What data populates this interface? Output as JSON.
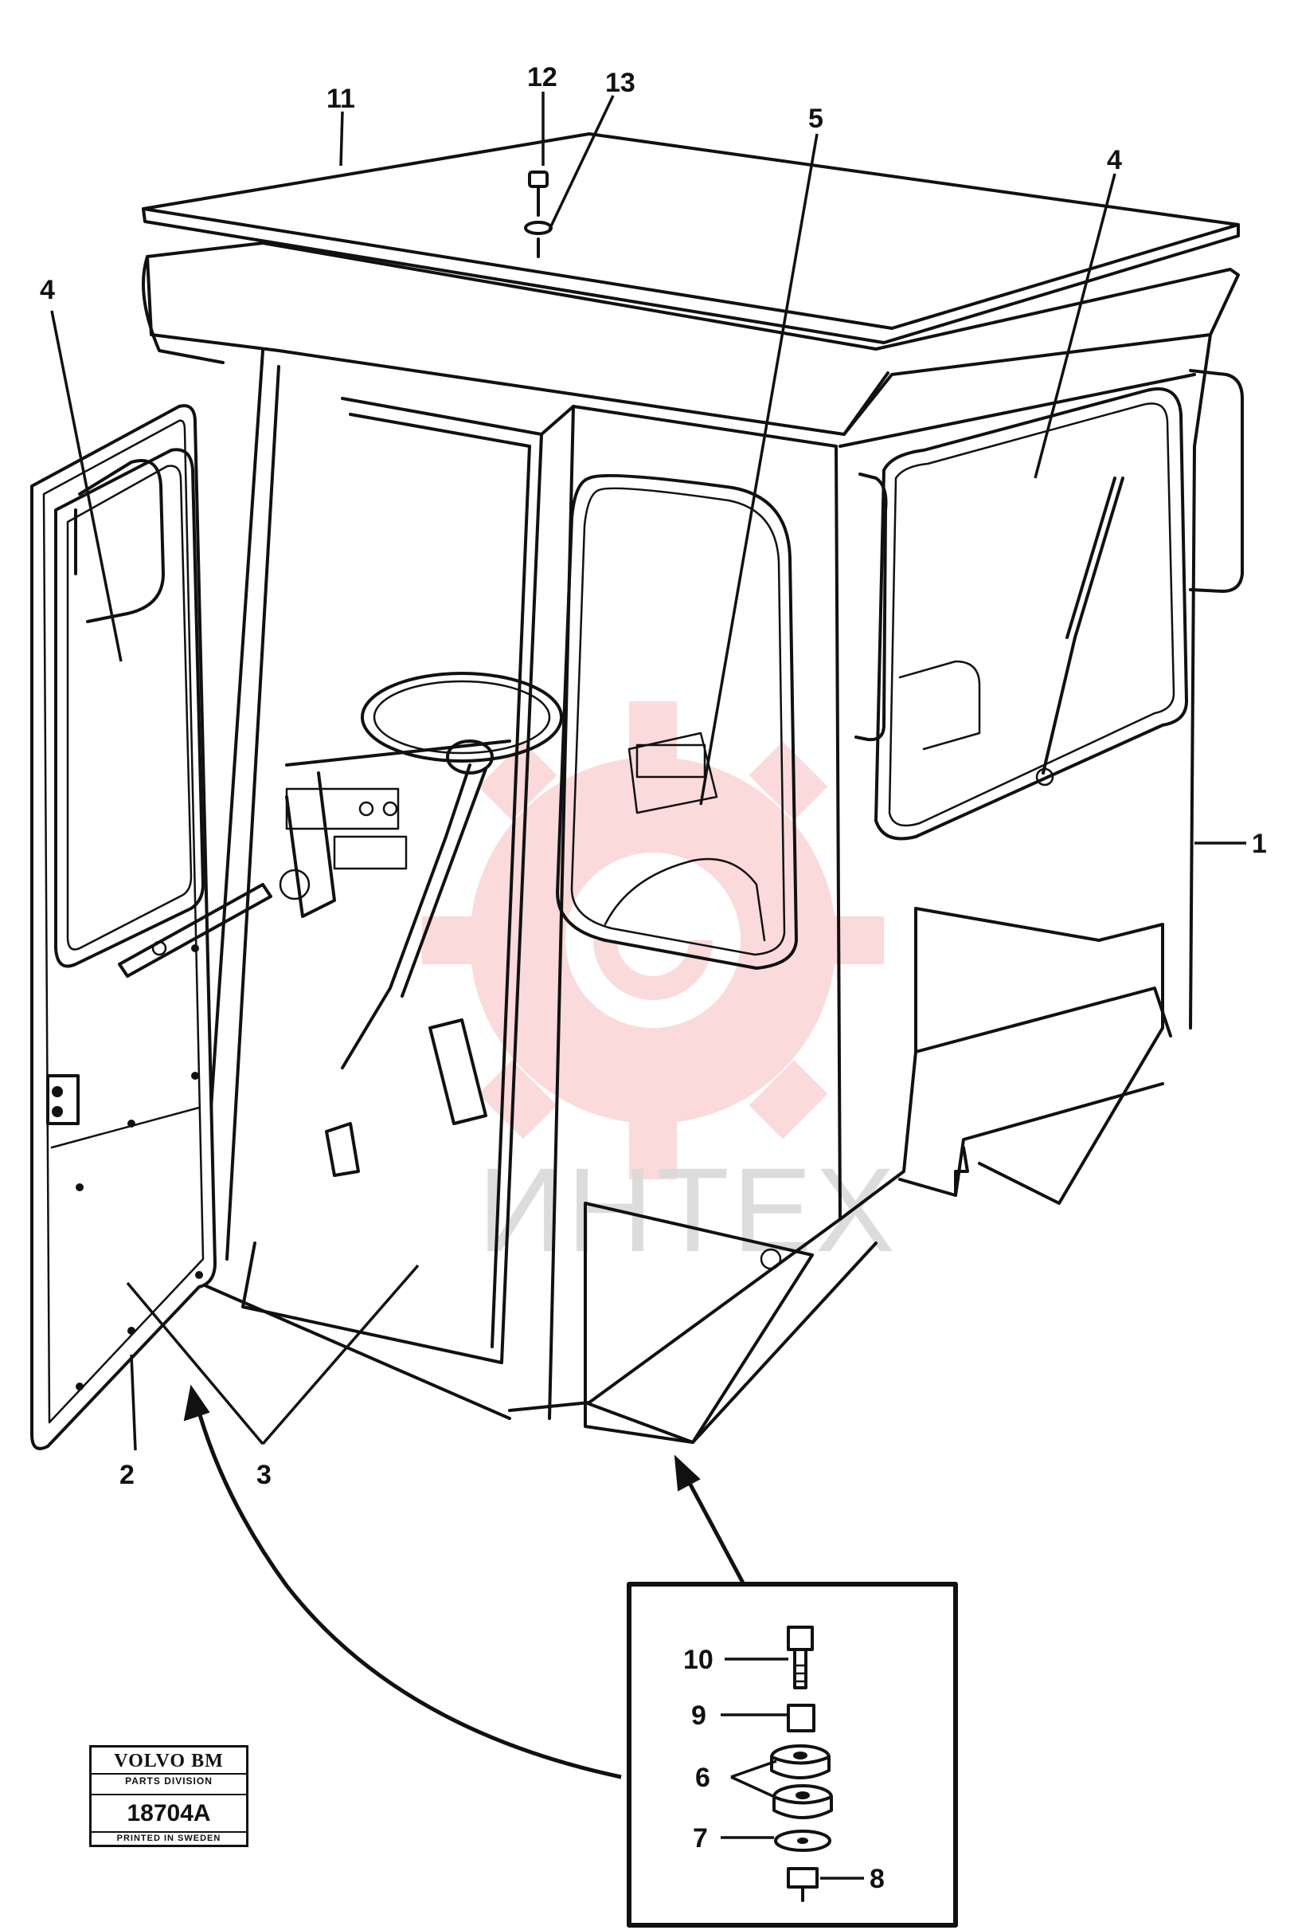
{
  "callouts": {
    "c1": "1",
    "c2": "2",
    "c3": "3",
    "c4_left": "4",
    "c4_right": "4",
    "c5": "5",
    "c6": "6",
    "c7": "7",
    "c8": "8",
    "c9": "9",
    "c10": "10",
    "c11": "11",
    "c12": "12",
    "c13": "13"
  },
  "watermark": {
    "text": "ИНТЕХ",
    "color": "#e8383d"
  },
  "stamp": {
    "brand": "VOLVO BM",
    "division": "PARTS DIVISION",
    "number": "18704A",
    "printed": "PRINTED IN SWEDEN"
  }
}
